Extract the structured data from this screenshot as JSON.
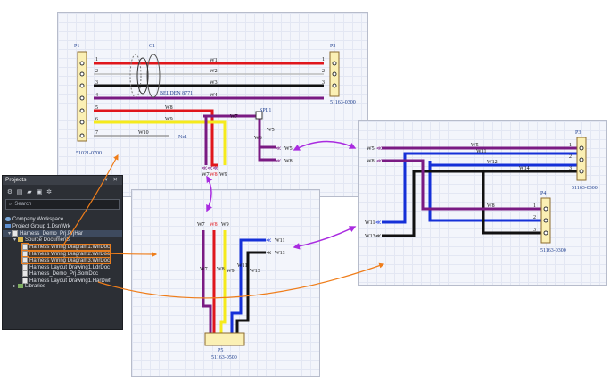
{
  "sheet1": {
    "p1": "P1",
    "p1_part": "51021-0700",
    "p2": "P2",
    "p2_part": "51163-0300",
    "c1": "C1",
    "cable_part": "BELDEN 8771",
    "spl": "SPL1",
    "nc": "Nc1",
    "pins_left": [
      "1",
      "2",
      "3",
      "4",
      "5",
      "6",
      "7"
    ],
    "pins_right": [
      "1",
      "2",
      "3"
    ],
    "wires": [
      "W1",
      "W2",
      "W3",
      "W4",
      "W5",
      "W6",
      "W7",
      "W8",
      "W9",
      "W10"
    ],
    "out_labels": [
      "W5",
      "W8"
    ],
    "bottom_labels": [
      "W7",
      "W8",
      "W9"
    ]
  },
  "sheet2": {
    "top_labels": [
      "W7",
      "W8",
      "W9"
    ],
    "wires": [
      "W7",
      "W8",
      "W9",
      "W11",
      "W13"
    ],
    "in_labels": [
      "W11",
      "W13"
    ],
    "p5": "P5",
    "p5_part": "51163-0500"
  },
  "sheet3": {
    "in_labels": [
      "W5",
      "W8",
      "W11",
      "W13"
    ],
    "wires": [
      "W5",
      "W11",
      "W12",
      "W14",
      "W8"
    ],
    "p3": "P3",
    "p3_part": "51163-0300",
    "p4": "P4",
    "p4_part": "51163-0300",
    "pins": [
      "1",
      "2",
      "3"
    ]
  },
  "projects": {
    "title": "Projects",
    "buttons": "▾ ✕",
    "search_placeholder": "Search",
    "workspace": "Company Workspace",
    "group": "Project Group 1.DsnWrk",
    "project": "Harness_Demo_Prj.PrjHar",
    "source_folder": "Source Documents",
    "docs": [
      "Harness Wiring Diagram1.WirDoc",
      "Harness Wiring Diagram2.WirDoc",
      "Harness Wiring Diagram3.WirDoc",
      "Harness Layout Drawing1.LdrDoc",
      "Harness_Demo_Prj.BomDoc",
      "Harness Layout Drawing1.HarDwf"
    ],
    "libraries": "Libraries"
  },
  "colors": {
    "red": "#e0161c",
    "black": "#111111",
    "purple": "#7a1a83",
    "yellow": "#f5ea1c",
    "blue": "#1530d8",
    "gray": "#8a8a8a",
    "violet_arrow": "#a92be0",
    "orange_arrow": "#ef7d1a",
    "connector_fill": "#fbf0b4",
    "connector_stroke": "#8b6a2e",
    "label_blue": "#1f3f8f"
  }
}
